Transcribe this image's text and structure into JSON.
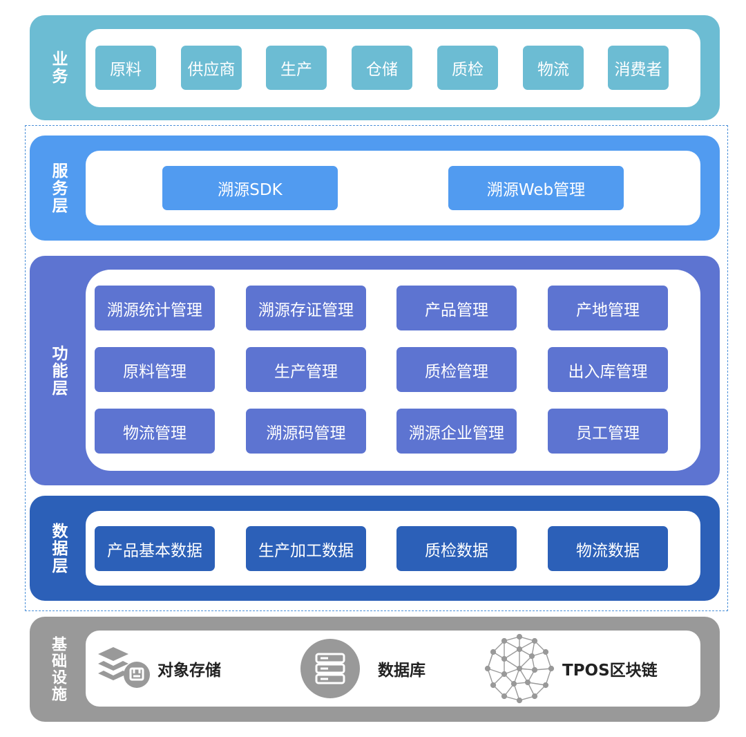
{
  "colors": {
    "business": "#6cbcd3",
    "service": "#519bf0",
    "function": "#5d74d1",
    "data": "#2c60b8",
    "infrastructure": "#999999"
  },
  "layers": {
    "business": {
      "label": "业务",
      "items": [
        "原料",
        "供应商",
        "生产",
        "仓储",
        "质检",
        "物流",
        "消费者"
      ]
    },
    "service": {
      "label": "服务层",
      "items": [
        "溯源SDK",
        "溯源Web管理"
      ]
    },
    "function": {
      "label": "功能层",
      "items": [
        "溯源统计管理",
        "溯源存证管理",
        "产品管理",
        "产地管理",
        "原料管理",
        "生产管理",
        "质检管理",
        "出入库管理",
        "物流管理",
        "溯源码管理",
        "溯源企业管理",
        "员工管理"
      ]
    },
    "data": {
      "label": "数据层",
      "items": [
        "产品基本数据",
        "生产加工数据",
        "质检数据",
        "物流数据"
      ]
    },
    "infrastructure": {
      "label": "基础设施",
      "items": [
        {
          "icon": "object-storage-icon",
          "label": "对象存储"
        },
        {
          "icon": "database-icon",
          "label": "数据库"
        },
        {
          "icon": "blockchain-network-icon",
          "label": "TPOS区块链"
        }
      ]
    }
  }
}
